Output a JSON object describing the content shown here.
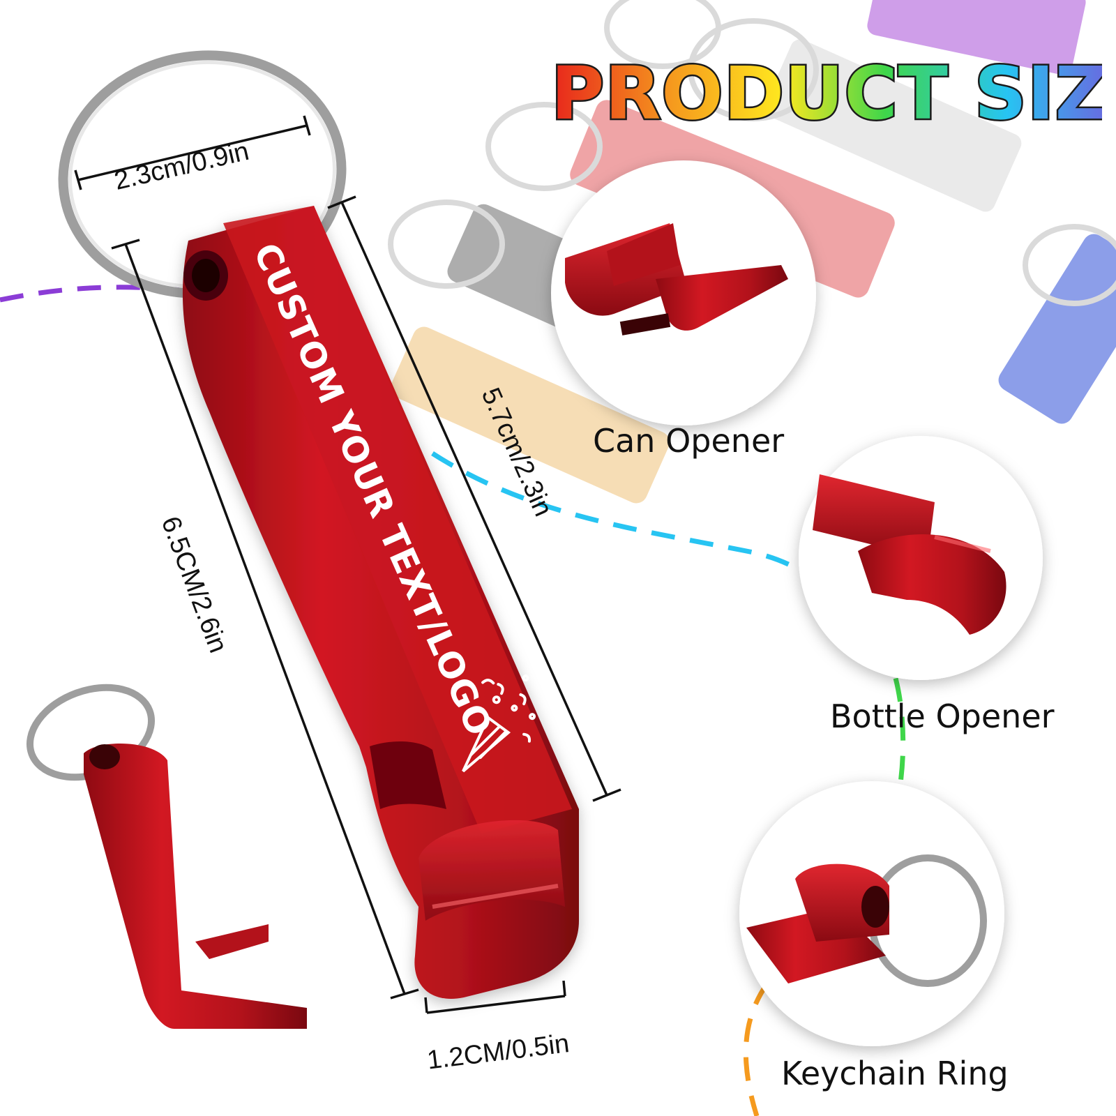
{
  "title": "PRODUCT SIZE",
  "product": {
    "engraving": "CUSTOM YOUR TEXT/LOGO",
    "color": "#c4141d"
  },
  "dimensions": {
    "ring_width": "2.3cm/0.9in",
    "total_length": "6.5CM/2.6in",
    "body_length": "5.7cm/2.3in",
    "body_width": "1.2CM/0.5in"
  },
  "features": {
    "can_opener": "Can Opener",
    "bottle_opener": "Bottle Opener",
    "keychain_ring": "Keychain Ring"
  },
  "colors": {
    "red": "#c4141d",
    "purple": "#a84fd8",
    "blue": "#2f4fd8",
    "gray": "#5a5a5a",
    "gold": "#f0c27a",
    "silver": "#cfcfcf"
  },
  "icons": [
    "party-popper-icon"
  ]
}
